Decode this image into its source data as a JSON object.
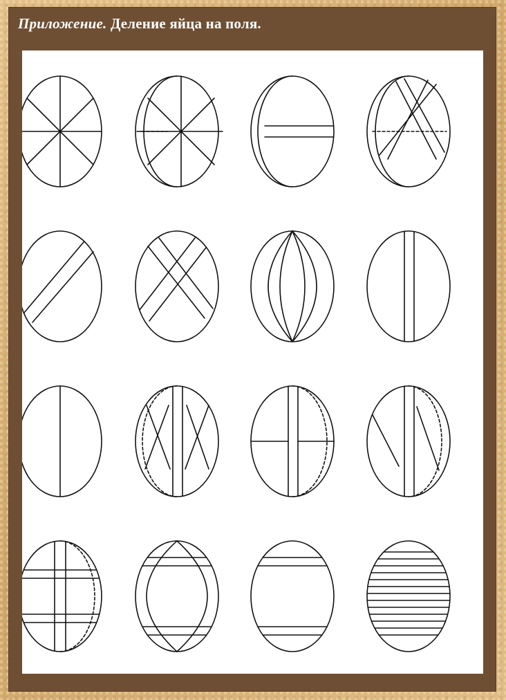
{
  "title": {
    "lead": "Приложение.",
    "text": "Деление яйца на поля."
  },
  "colors": {
    "frame": "#6e4f33",
    "sheet": "#ffffff",
    "ink": "#111111",
    "title": "#ffffff"
  },
  "eggs": [
    {
      "motif": "8 radial segments"
    },
    {
      "motif": "8 radial segments, side band"
    },
    {
      "motif": "horizontal band, side band"
    },
    {
      "motif": "X crossing, side band"
    },
    {
      "motif": "single diagonal band"
    },
    {
      "motif": "crossed diagonal bands"
    },
    {
      "motif": "meridian lens"
    },
    {
      "motif": "vertical band"
    },
    {
      "motif": "vertical line"
    },
    {
      "motif": "vertical band with X"
    },
    {
      "motif": "vertical band with horizontal line"
    },
    {
      "motif": "vertical band with diagonals"
    },
    {
      "motif": "cross bands"
    },
    {
      "motif": "frame with meridians"
    },
    {
      "motif": "two horizontal bands"
    },
    {
      "motif": "horizontal stripes"
    }
  ]
}
